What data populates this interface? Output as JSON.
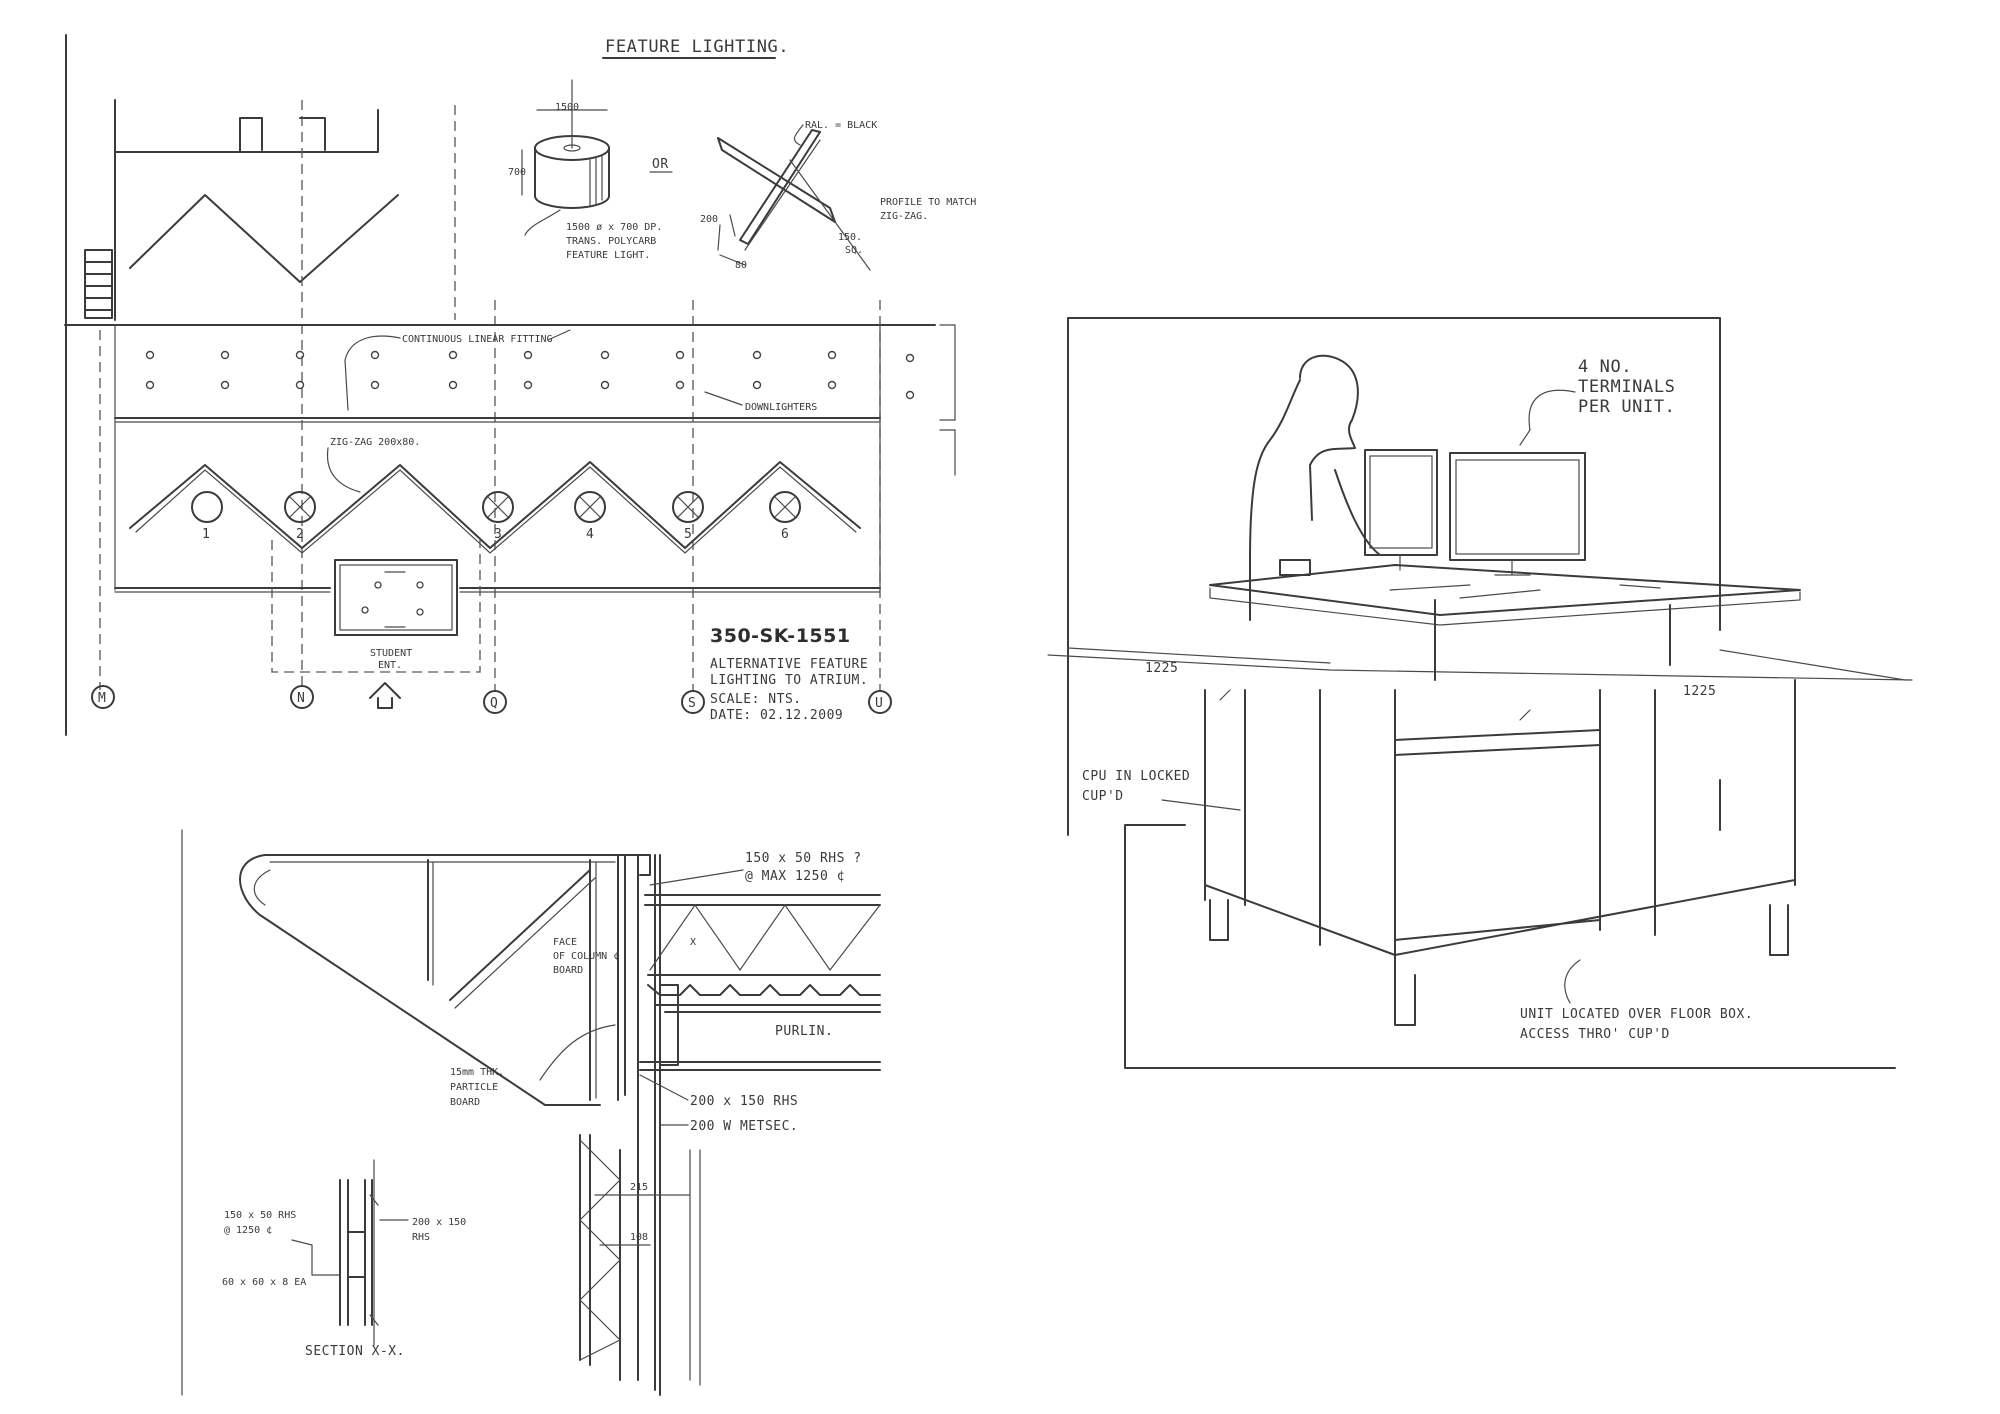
{
  "plan": {
    "title": "FEATURE LIGHTING.",
    "drawing_number": "350-SK-1551",
    "description_line1": "ALTERNATIVE FEATURE",
    "description_line2": "LIGHTING TO ATRIUM.",
    "scale": "SCALE: NTS.",
    "date": "DATE: 02.12.2009",
    "grid_labels": [
      "M",
      "N",
      "Q",
      "S",
      "U"
    ],
    "light_numbers": [
      "1",
      "2",
      "3",
      "4",
      "5",
      "6"
    ],
    "callouts": {
      "continuous_linear": "CONTINUOUS LINEAR FITTING",
      "downlighters": "DOWNLIGHTERS",
      "zigzag": "ZIG-ZAG 200x80.",
      "student_entry_1": "STUDENT",
      "student_entry_2": "ENT."
    },
    "cylinder": {
      "dim_top": "1500",
      "dim_side": "700",
      "note1": "1500 ø x 700 DP.",
      "note2": "TRANS. POLYCARB",
      "note3": "FEATURE LIGHT."
    },
    "or_label": "OR",
    "cross": {
      "ral": "RAL. = BLACK",
      "profile1": "PROFILE TO MATCH",
      "profile2": "ZIG-ZAG.",
      "sq1": "150.",
      "sq2": "SQ.",
      "dim_200": "200",
      "dim_80": "80"
    }
  },
  "desk": {
    "terminals1": "4 NO.",
    "terminals2": "TERMINALS",
    "terminals3": "PER UNIT.",
    "dim_left": "1225",
    "dim_right": "1225",
    "cpu1": "CPU IN LOCKED",
    "cpu2": "CUP'D",
    "unit1": "UNIT LOCATED OVER FLOOR BOX.",
    "unit2": "ACCESS THRO' CUP'D"
  },
  "section": {
    "rhs_top1": "150 x 50 RHS ?",
    "rhs_top2": "@ MAX 1250 ¢",
    "face1": "FACE",
    "face2": "OF COLUMN ¢",
    "face3": "BOARD",
    "purlin": "PURLIN.",
    "particle1": "15mm THK.",
    "particle2": "PARTICLE",
    "particle3": "BOARD",
    "rhs_200": "200 x 150 RHS",
    "metsec": "200 W METSEC.",
    "dim_215": "215",
    "dim_108": "108",
    "x_label": "X",
    "sx_1": "150 x 50 RHS",
    "sx_2": "@ 1250 ¢",
    "sx_3": "200 x 150",
    "sx_4": "RHS",
    "sx_5": "60 x 60 x 8 EA",
    "sx_title": "SECTION X-X."
  }
}
